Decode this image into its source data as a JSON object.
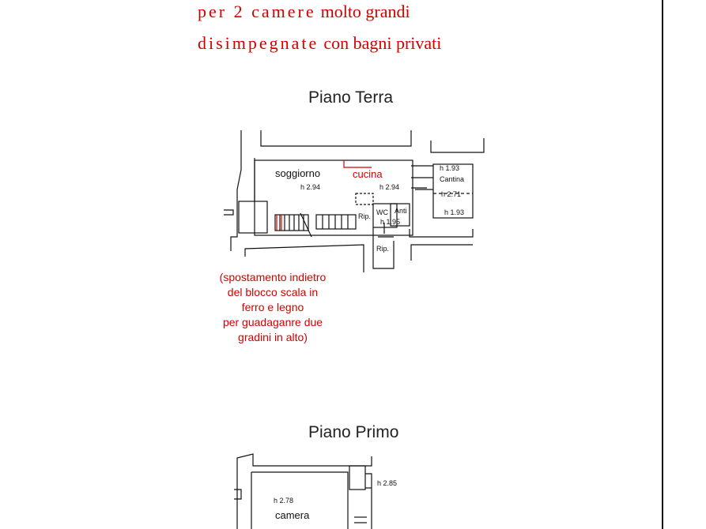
{
  "header_note": {
    "line1_spaced": "per 2 camere",
    "line1_plain": "molto grandi",
    "line2_spaced": "disimpegnate",
    "line2_plain": "con bagni privati"
  },
  "ground_floor": {
    "title": "Piano Terra",
    "rooms": {
      "soggiorno": "soggiorno",
      "soggiorno_h": "h 2.94",
      "cucina": "cucina",
      "cucina_h": "h 2.94",
      "cantina": "Cantina",
      "cantina_h1": "h 1.93",
      "cantina_h2": "h 2.71",
      "cantina_h3": "h 1.93",
      "rip1": "Rip.",
      "wc": "WC",
      "anti": "Anti",
      "wc_h": "h 1.95",
      "rip2": "Rip."
    },
    "red_note": [
      "(spostamento indietro",
      "del blocco scala in",
      "ferro e legno",
      "per guadaganre due",
      "gradini in alto)"
    ]
  },
  "first_floor": {
    "title": "Piano Primo",
    "rooms": {
      "h_right": "h 2.85",
      "h_camera": "h 2.78",
      "camera": "camera"
    }
  }
}
